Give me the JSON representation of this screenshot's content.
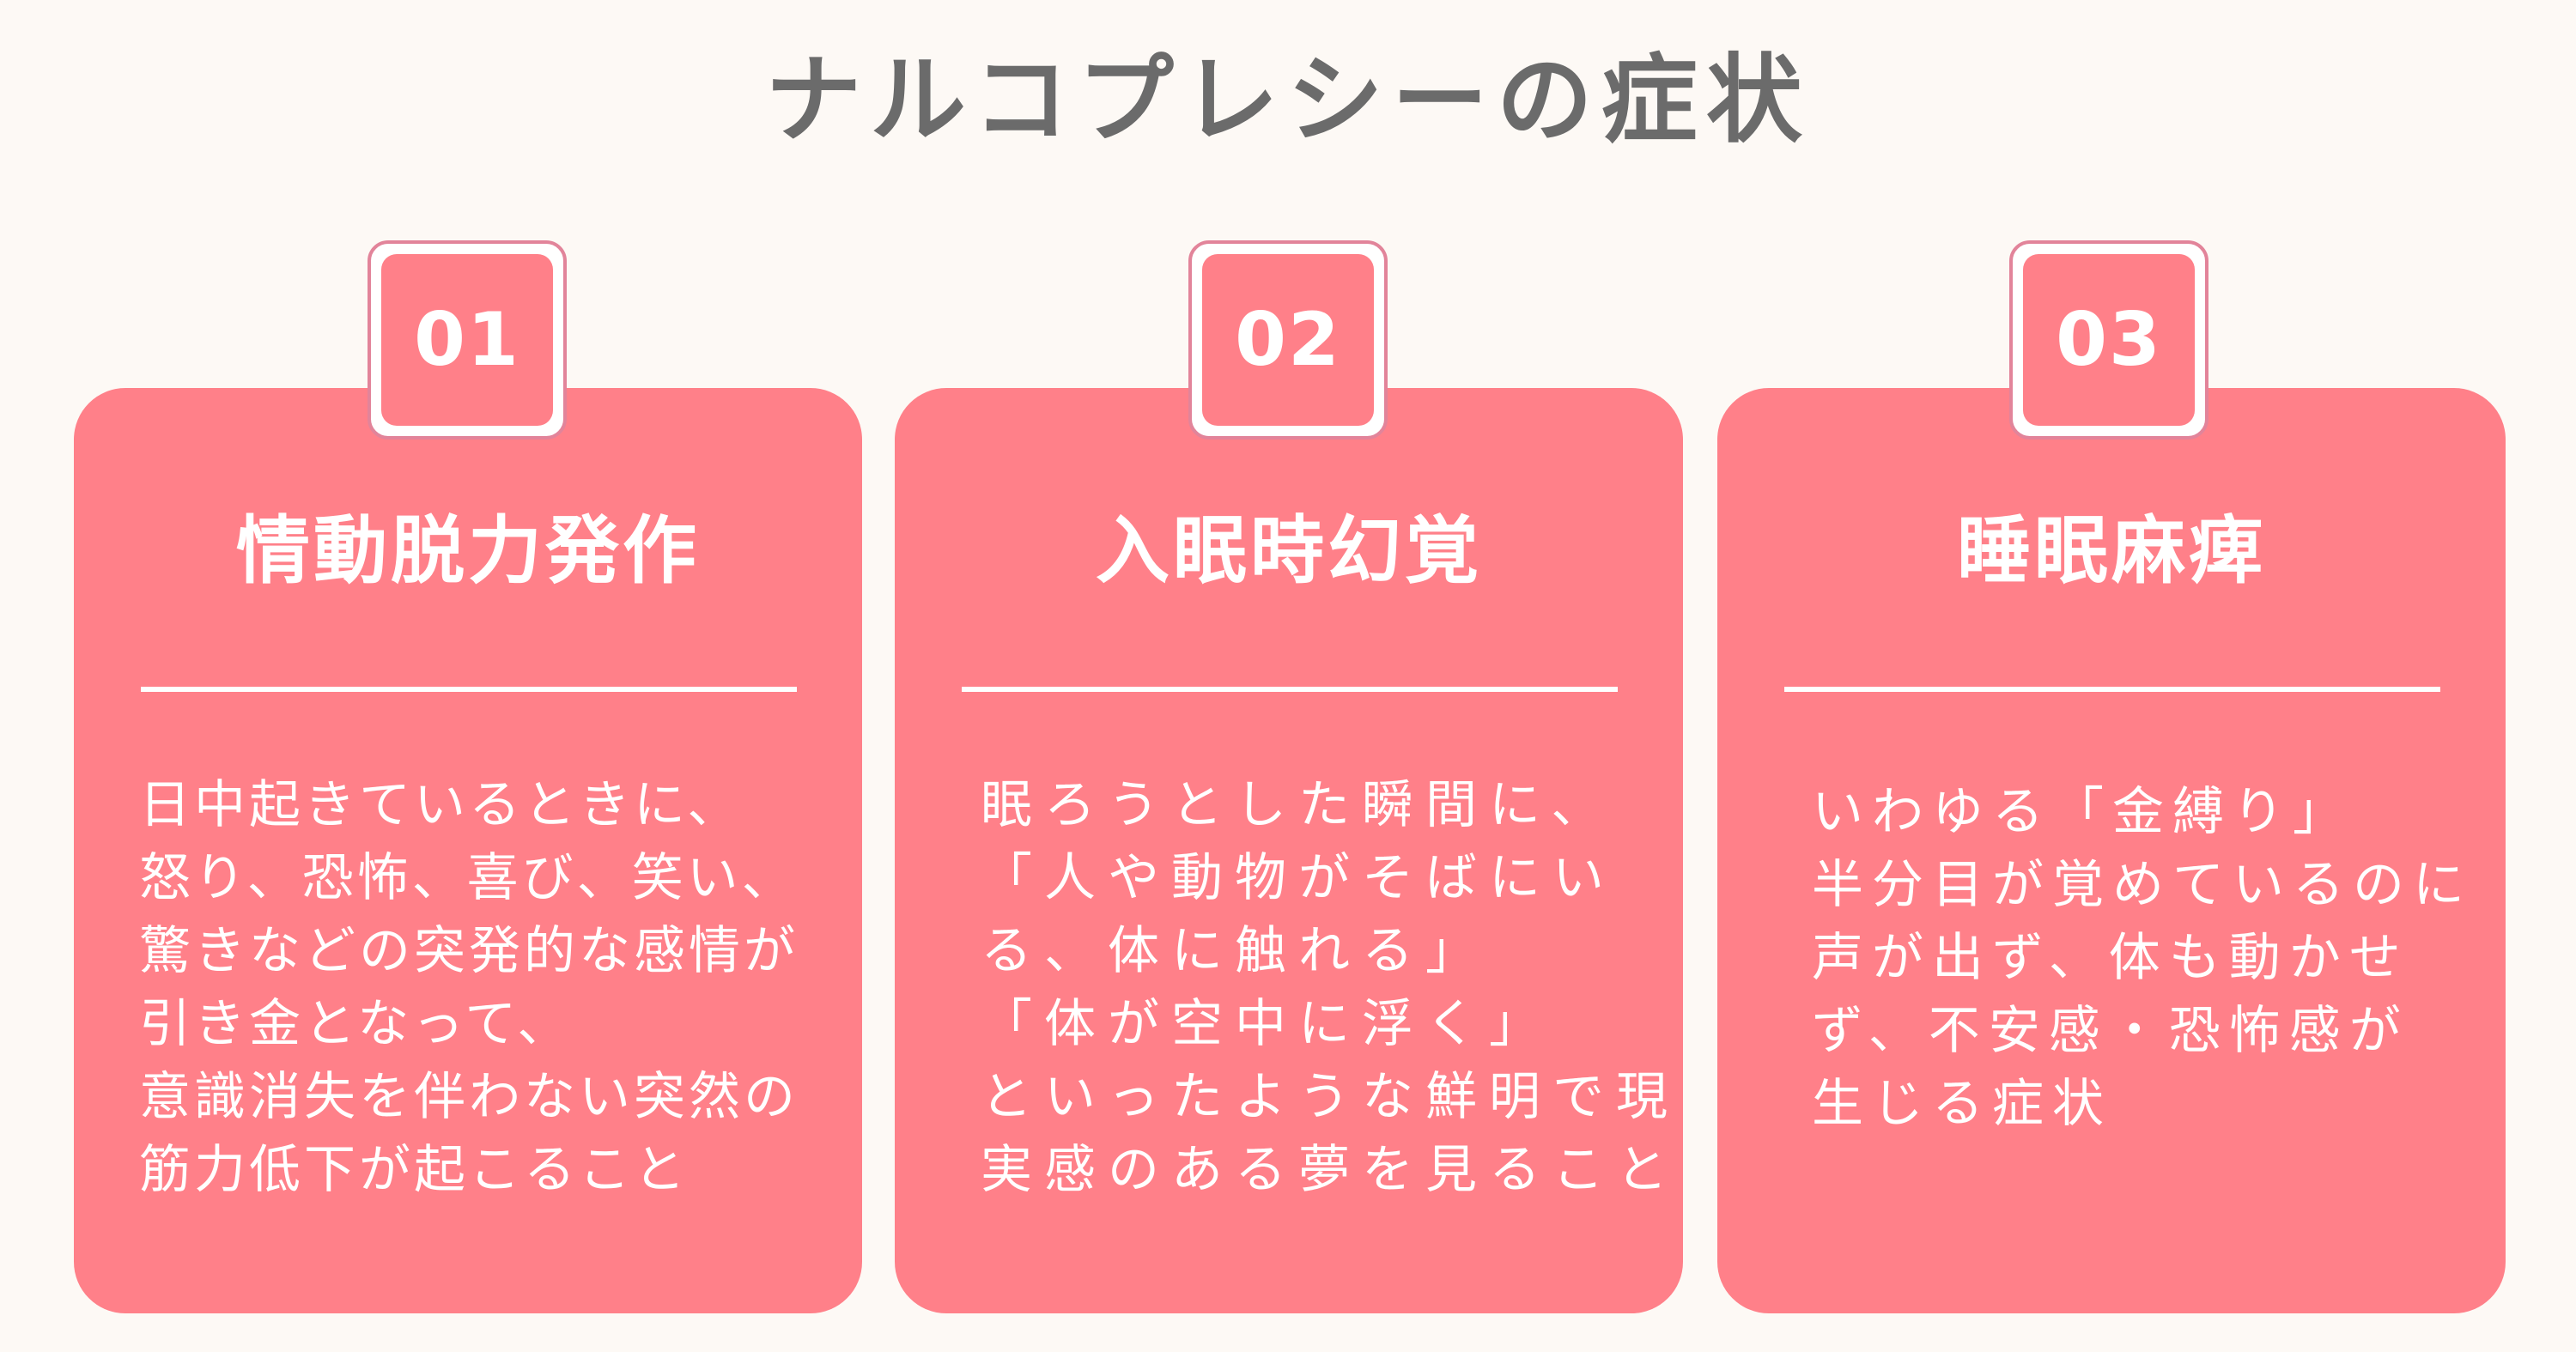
{
  "page": {
    "title": "ナルコプレシーの症状"
  },
  "colors": {
    "background": "#fdf9f5",
    "card": "#ff8089",
    "title_text": "#6b6b6b",
    "tab_border": "#e2849a"
  },
  "cards": [
    {
      "number": "01",
      "title": "情動脱力発作",
      "body": "日中起きているときに、\n怒り、恐怖、喜び、笑い、\n驚きなどの突発的な感情が\n引き金となって、\n意識消失を伴わない突然の\n筋力低下が起こること"
    },
    {
      "number": "02",
      "title": "入眠時幻覚",
      "body": "眠ろうとした瞬間に、\n「人や動物がそばにい\nる、体に触れる」\n「体が空中に浮く」\nといったような鮮明で現\n実感のある夢を見ること"
    },
    {
      "number": "03",
      "title": "睡眠麻痺",
      "body": "いわゆる「金縛り」\n半分目が覚めているのに\n声が出ず、体も動かせ\nず、不安感・恐怖感が\n生じる症状"
    }
  ]
}
